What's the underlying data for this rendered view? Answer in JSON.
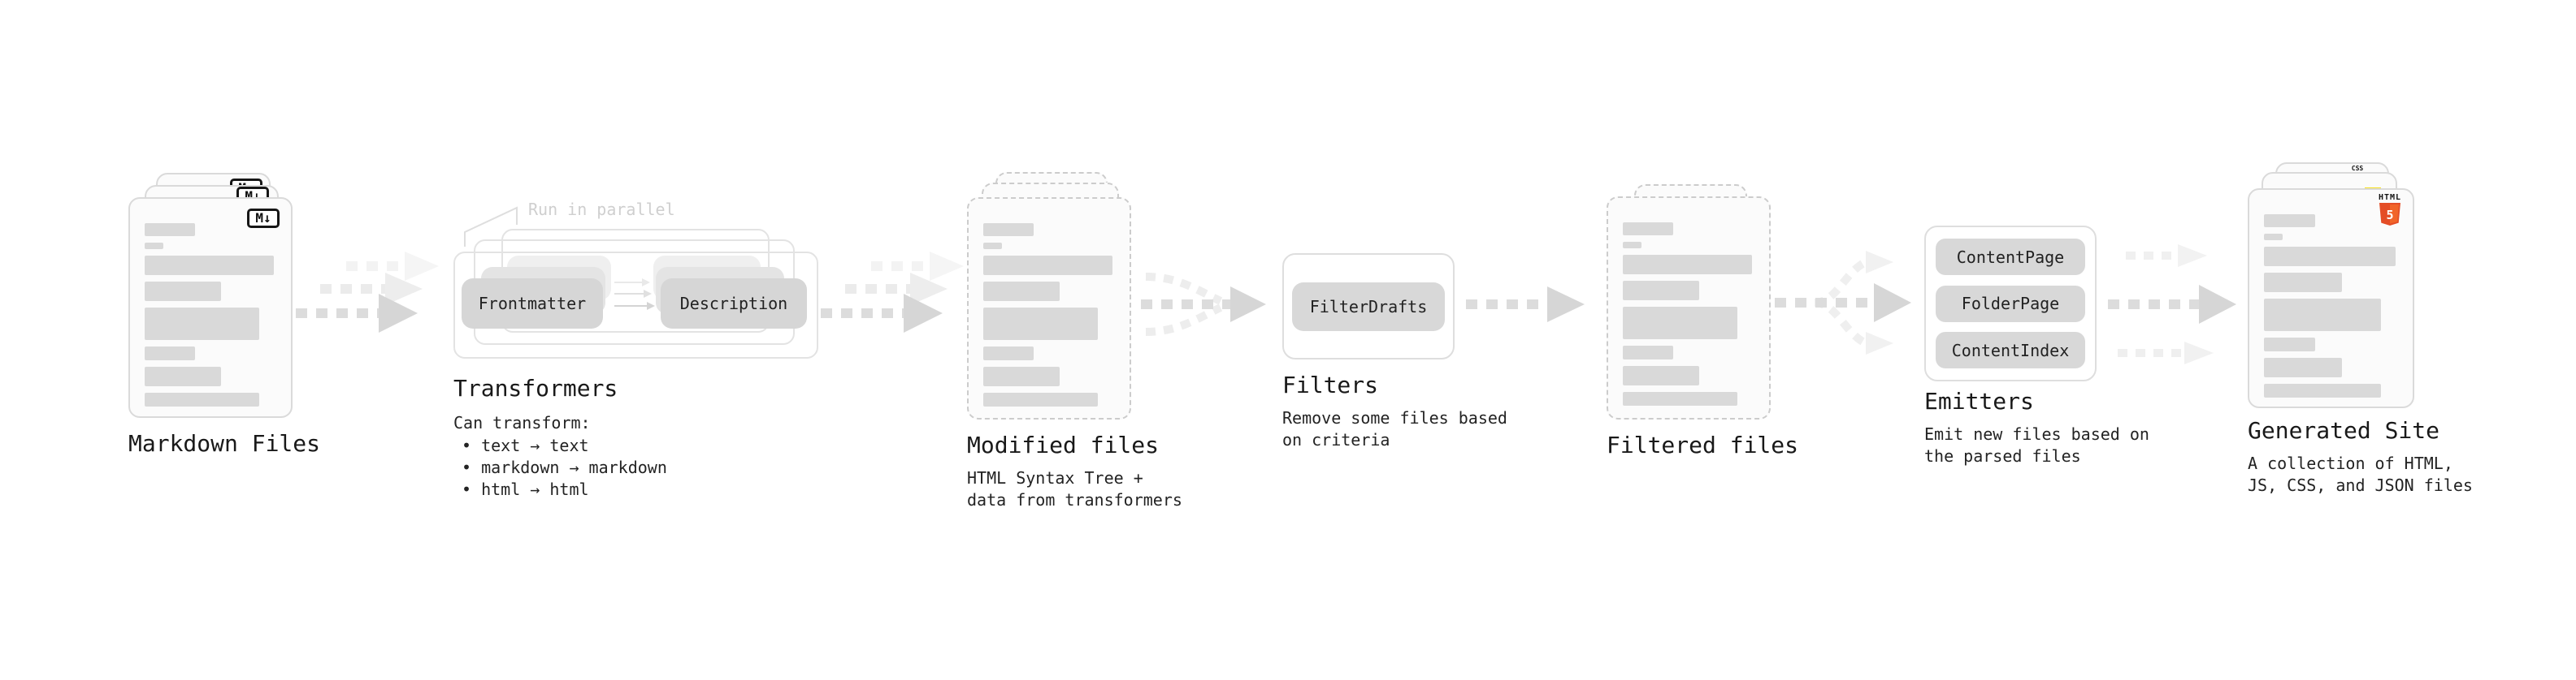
{
  "diagram": {
    "stages": {
      "markdown_files": {
        "title": "Markdown Files",
        "file_badge": "M↓"
      },
      "transformers": {
        "title": "Transformers",
        "annotation": "Run in parallel",
        "pill_left": "Frontmatter",
        "pill_right": "Description",
        "desc_heading": "Can transform:",
        "bullets": [
          "• text → text",
          "• markdown → markdown",
          "• html → html"
        ]
      },
      "modified_files": {
        "title": "Modified files",
        "desc": [
          "HTML Syntax Tree +",
          "data from transformers"
        ]
      },
      "filters": {
        "title": "Filters",
        "pill": "FilterDrafts",
        "desc": [
          "Remove some files based",
          "on criteria"
        ]
      },
      "filtered_files": {
        "title": "Filtered files"
      },
      "emitters": {
        "title": "Emitters",
        "pills": [
          "ContentPage",
          "FolderPage",
          "ContentIndex"
        ],
        "desc": [
          "Emit new files based on",
          "the parsed files"
        ]
      },
      "generated_site": {
        "title": "Generated Site",
        "desc": [
          "A collection of HTML,",
          "JS, CSS, and JSON files"
        ],
        "badges": {
          "html_label": "HTML",
          "html_number": "5",
          "css": "CSS"
        }
      }
    },
    "colors": {
      "html5_orange": "#e44d26",
      "html5_orange_light": "#f16529",
      "js_yellow": "#f7df1e",
      "css_blue": "#2b63f6"
    }
  }
}
